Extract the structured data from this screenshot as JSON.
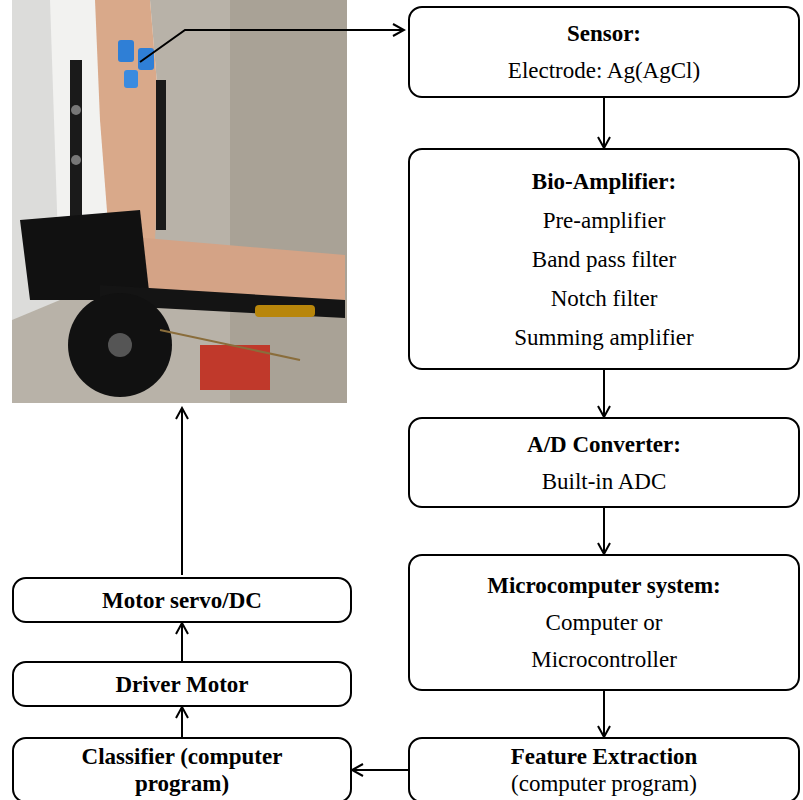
{
  "diagram": {
    "nodes": [
      {
        "text": [
          "Sensor:",
          "Electrode: Ag(AgCl)"
        ]
      },
      {
        "text": [
          "Bio-Amplifier:",
          "Pre-amplifier",
          "Band pass filter",
          "Notch filter",
          "Summing amplifier"
        ]
      },
      {
        "text": [
          "A/D Converter:",
          "Built-in ADC"
        ]
      },
      {
        "text": [
          "Microcomputer system:",
          "Computer or Microcontroller"
        ]
      },
      {
        "text": [
          "Feature Extraction",
          "(computer program)"
        ]
      },
      {
        "text": [
          "Classifier (computer program)"
        ]
      },
      {
        "text": [
          "Driver Motor"
        ]
      },
      {
        "text": [
          "Motor servo/DC"
        ]
      }
    ],
    "edges": [
      {
        "from": 0,
        "to": 1,
        "arrow": "to"
      },
      {
        "from": 1,
        "to": 2,
        "arrow": "to"
      },
      {
        "from": 2,
        "to": 3,
        "arrow": "to"
      },
      {
        "from": 3,
        "to": 4,
        "arrow": "to"
      },
      {
        "from": 4,
        "to": 5,
        "arrow": "to"
      },
      {
        "from": 5,
        "to": 6,
        "arrow": "to"
      },
      {
        "from": 6,
        "to": 7,
        "arrow": "to"
      }
    ]
  }
}
